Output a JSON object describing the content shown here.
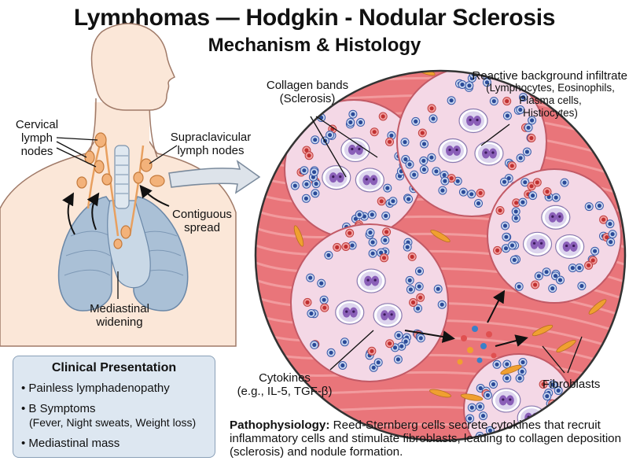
{
  "title": "Lymphomas — Hodgkin - Nodular Sclerosis",
  "subtitle": "Mechanism & Histology",
  "labels": {
    "cervical": "Cervical\nlymph\nnodes",
    "supraclavicular": "Supraclavicular\nlymph nodes",
    "contiguous": "Contiguous\nspread",
    "mediastinal": "Mediastinal\nwidening",
    "collagen": "Collagen bands\n(Sclerosis)",
    "reactive_title": "Reactive background infiltrate",
    "reactive_detail": "(Lymphocytes, Eosinophils,\nPlasma cells,\nHistiocytes)",
    "cytokines": "Cytokines\n(e.g., IL-5, TGF-β)",
    "fibroblasts": "Fibroblasts"
  },
  "clinical": {
    "heading": "Clinical Presentation",
    "items": [
      {
        "text": "Painless lymphadenopathy",
        "sub": ""
      },
      {
        "text": "B Symptoms",
        "sub": "(Fever, Night sweats, Weight loss)"
      },
      {
        "text": "Mediastinal mass",
        "sub": ""
      }
    ]
  },
  "pathophysiology": {
    "heading": "Pathophysiology:",
    "text": "Reed-Sternberg cells secrete cytokines that recruit inflammatory cells and stimulate fibroblasts, leading to collagen deposition (sclerosis) and nodule formation."
  },
  "colors": {
    "skin": "#fbe7d8",
    "lymph_node": "#f3b27a",
    "lung": "#aac0d6",
    "collagen": "#e9757a",
    "nodule_bg": "#f4d8e6",
    "rs_cell": "#dcd4ee",
    "nucleus": "#8a5fb8",
    "box_bg": "#dde7f1"
  }
}
